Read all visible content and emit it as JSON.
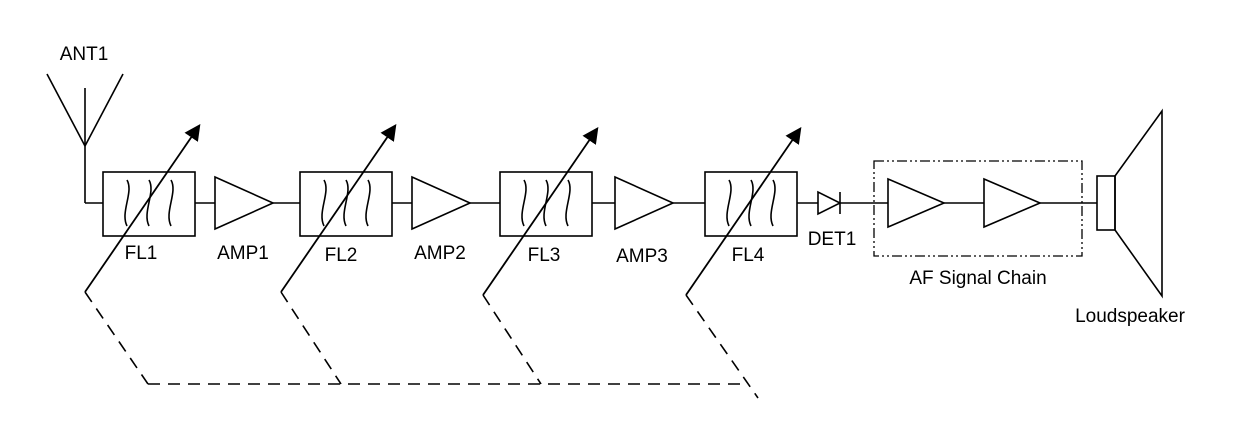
{
  "diagram": {
    "type": "circuit-block-diagram",
    "subject": "Tuned radio frequency receiver signal chain",
    "antenna": {
      "label": "ANT1"
    },
    "filters": [
      {
        "label": "FL1"
      },
      {
        "label": "FL2"
      },
      {
        "label": "FL3"
      },
      {
        "label": "FL4"
      }
    ],
    "amplifiers": [
      {
        "label": "AMP1"
      },
      {
        "label": "AMP2"
      },
      {
        "label": "AMP3"
      }
    ],
    "detector": {
      "label": "DET1"
    },
    "af_chain": {
      "label": "AF Signal Chain"
    },
    "loudspeaker": {
      "label": "Loudspeaker"
    },
    "colors": {
      "line": "#000000",
      "background": "#ffffff"
    }
  }
}
